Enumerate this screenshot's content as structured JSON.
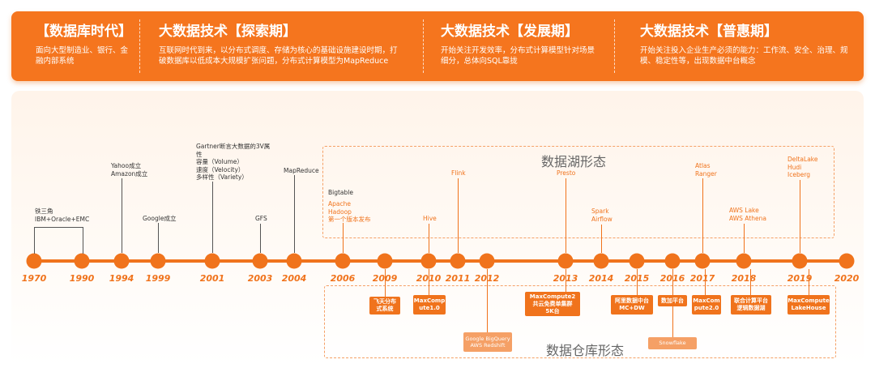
{
  "banner": {
    "sections": [
      {
        "title": "【数据库时代】",
        "desc": "面向大型制造业、银行、金融内部系统"
      },
      {
        "title": "大数据技术【探索期】",
        "desc": "互联网时代到来，以分布式调度、存储为核心的基础设施建设时期，打破数据库以低成本大规模扩张问题，分布式计算模型为MapReduce"
      },
      {
        "title": "大数据技术【发展期】",
        "desc": "开始关注开发效率，分布式计算模型针对场景细分，总体向SQL靠拢"
      },
      {
        "title": "大数据技术【普惠期】",
        "desc": "开始关注投入企业生产必须的能力：工作流、安全、治理、规模、稳定性等，出现数据中台概念"
      }
    ]
  },
  "regions": {
    "lake_title": "数据湖形态",
    "warehouse_title": "数据仓库形态"
  },
  "timeline": {
    "years": [
      "1970",
      "1990",
      "1994",
      "1999",
      "2001",
      "2003",
      "2004",
      "2006",
      "2009",
      "2010",
      "2011",
      "2012",
      "2013",
      "2014",
      "2015",
      "2016",
      "2017",
      "2018",
      "2019",
      "2020"
    ]
  },
  "events_top": {
    "iron_triangle": [
      "铁三角",
      "IBM+Oracle+EMC"
    ],
    "yahoo": [
      "Yahoo成立",
      "Amazon成立"
    ],
    "google": "Google成立",
    "gartner": [
      "Gartner断言大数据的3V属",
      "性",
      "容量（Volume）",
      "速度（Velocity）",
      "多样性（Variety）"
    ],
    "gfs": "GFS",
    "mapreduce": "MapReduce",
    "bigtable": "Bigtable",
    "hadoop": [
      "Apache",
      "Hadoop",
      "第一个版本发布"
    ],
    "hive": "Hive",
    "flink": "Flink",
    "presto": "Presto",
    "spark": [
      "Spark",
      "Airflow"
    ],
    "atlas": [
      "Atlas",
      "Ranger"
    ],
    "aws_lake": [
      "AWS Lake",
      "AWS Athena"
    ],
    "deltalake": [
      "DeltaLake",
      "Hudi",
      "Iceberg"
    ]
  },
  "events_bottom": {
    "feitian": [
      "飞天分布",
      "式系统"
    ],
    "maxcompute1": [
      "MaxComp",
      "ute1.0"
    ],
    "bigquery": [
      "Google BigQuery",
      "AWS Redshift"
    ],
    "maxcompute2": [
      "MaxCompute2",
      "共云免费单集群",
      "5K台"
    ],
    "alibaba_mid": [
      "阿里数据中台",
      "MC+DW"
    ],
    "dataplus": "数加平台",
    "snowflake": "Snowflake",
    "maxcompute20": [
      "MaxCom",
      "pute2.0"
    ],
    "federated": [
      "联合计算平台",
      "逻辑数据湖"
    ],
    "lakehouse": [
      "MaxCompute",
      "LakeHouse"
    ]
  }
}
